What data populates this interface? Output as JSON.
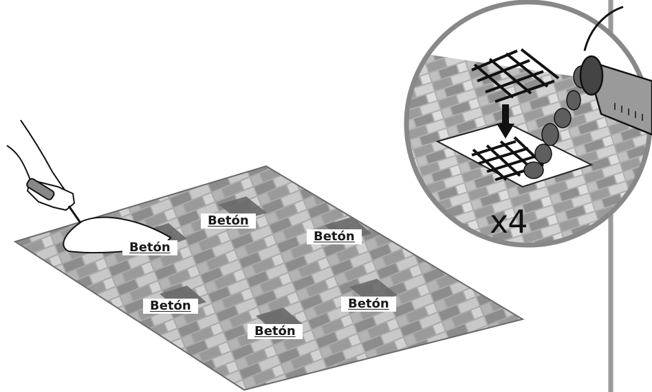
{
  "labels": {
    "l1": "Betón",
    "l2": "Betón",
    "l3": "Betón",
    "l4": "Betón",
    "l5": "Betón",
    "l6": "Betón"
  },
  "detail": {
    "multiplier": "x4"
  },
  "icons": {
    "trowel": "trowel-icon",
    "bucket": "bucket-icon",
    "mesh": "rebar-mesh-icon",
    "arrow": "down-arrow-icon"
  },
  "colors": {
    "tile_dark": "#8a8a8a",
    "tile_mid": "#aaaaaa",
    "tile_light": "#c9c9c9",
    "concrete": "#6b6b6b",
    "outline": "#111111"
  }
}
